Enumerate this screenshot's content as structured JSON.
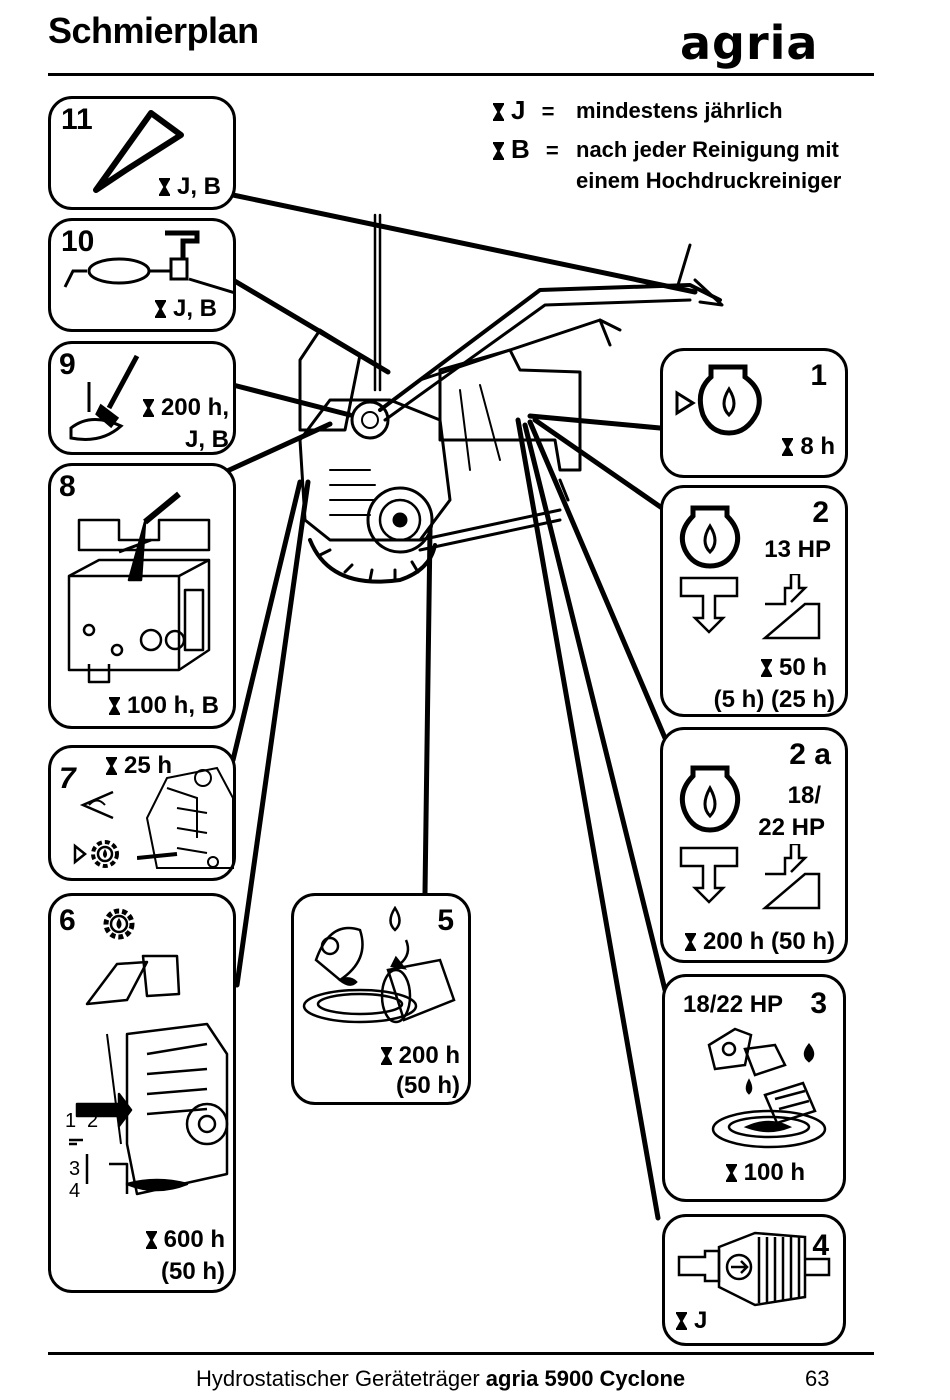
{
  "header": {
    "title": "Schmierplan",
    "logo": "agria"
  },
  "legend": {
    "j_key": "J",
    "j_eq": "=",
    "j_text": "mindestens jährlich",
    "b_key": "B",
    "b_eq": "=",
    "b_text_1": "nach jeder Reinigung mit",
    "b_text_2": "einem Hochdruckreiniger"
  },
  "icons": {
    "interval": "hourglass-icon",
    "oil_drop": "oil-drop-icon",
    "gear": "gear-icon",
    "eye": "eye-icon"
  },
  "boxes": {
    "b11": {
      "num": "11",
      "interval": "J, B"
    },
    "b10": {
      "num": "10",
      "interval": "J, B"
    },
    "b9": {
      "num": "9",
      "interval_1": "200 h,",
      "interval_2": "J, B"
    },
    "b8": {
      "num": "8",
      "interval": "100 h, B"
    },
    "b7": {
      "num": "7",
      "interval": "25 h"
    },
    "b6": {
      "num": "6",
      "interval_1": "600 h",
      "interval_2": "(50 h)",
      "part_1": "1",
      "part_2": "2",
      "part_3": "3",
      "part_4": "4"
    },
    "b5": {
      "num": "5",
      "interval_1": "200 h",
      "interval_2": "(50 h)"
    },
    "b1": {
      "num": "1",
      "interval": "8 h"
    },
    "b2": {
      "num": "2",
      "hp": "13 HP",
      "interval_1": "50 h",
      "interval_2": "(5 h) (25 h)"
    },
    "b2a": {
      "num": "2 a",
      "hp_1": "18/",
      "hp_2": "22 HP",
      "interval": "200 h (50 h)"
    },
    "b3": {
      "num": "3",
      "hp": "18/22 HP",
      "interval": "100 h"
    },
    "b4": {
      "num": "4",
      "interval": "J"
    }
  },
  "footer": {
    "text_plain": "Hydrostatischer Geräteträger",
    "text_bold": "agria 5900 Cyclone",
    "page": "63"
  }
}
